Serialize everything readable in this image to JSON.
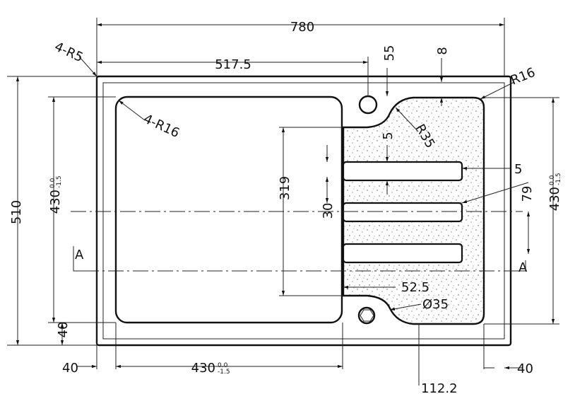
{
  "drawing": {
    "overall_width": "780",
    "overall_depth": "510",
    "bowl_offset": "517.5",
    "tap_hole_offset": "55",
    "rim_offset": "8",
    "outer_corner_radius": "4-R5",
    "bowl_corner_radius": "4-R16",
    "drainer_radius": "R16",
    "shoulder_radius": "R35",
    "groove_gap": "5",
    "groove_length": "319",
    "groove_spacing": "30",
    "groove_width": "5",
    "centre_offset": "79",
    "bowl_depth": "430",
    "bowl_depth_right": "430",
    "bowl_width": "430",
    "tol_plus": "0.0",
    "tol_minus": "-1.5",
    "waste_offset": "52.5",
    "waste_diameter": "Ø35",
    "margin_bottom": "40",
    "margin_left": "40",
    "margin_right": "40",
    "drainer_offset": "112.2",
    "section_left": "A",
    "section_right": "A"
  }
}
